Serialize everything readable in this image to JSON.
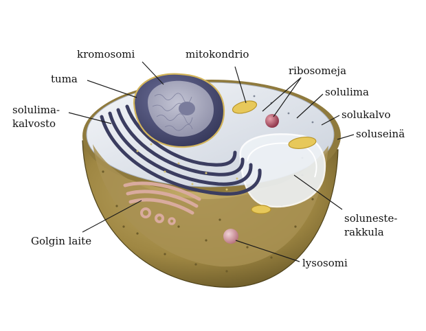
{
  "labels": {
    "kromosomi": "kromosomi",
    "mitokondrio": "mitokondrio",
    "ribosomeja": "ribosomeja",
    "tuma": "tuma",
    "solulima": "solulima",
    "solulimakalvosto_1": "solulima-",
    "solulimakalvosto_2": "kalvosto",
    "solukalvo": "solukalvo",
    "soluseina": "soluseinä",
    "solunesterakkula_1": "soluneste-",
    "solunesterakkula_2": "rakkula",
    "golgin_laite": "Golgin laite",
    "lysosomi": "lysosomi"
  },
  "colors": {
    "cell_wall_outer": "#6b5a2a",
    "cytoplasm": "#a8914f",
    "inner_surface": "#dde2ea",
    "nucleus": "#4a4d73",
    "chromatin": "#9a9bb1",
    "er": "#3d3f62",
    "golgi": "#d6a99e",
    "mitochondrion": "#e7c85a",
    "lysosome": "#c2858f",
    "vacuole": "#eef2f6",
    "leader": "#1a1a1a"
  }
}
